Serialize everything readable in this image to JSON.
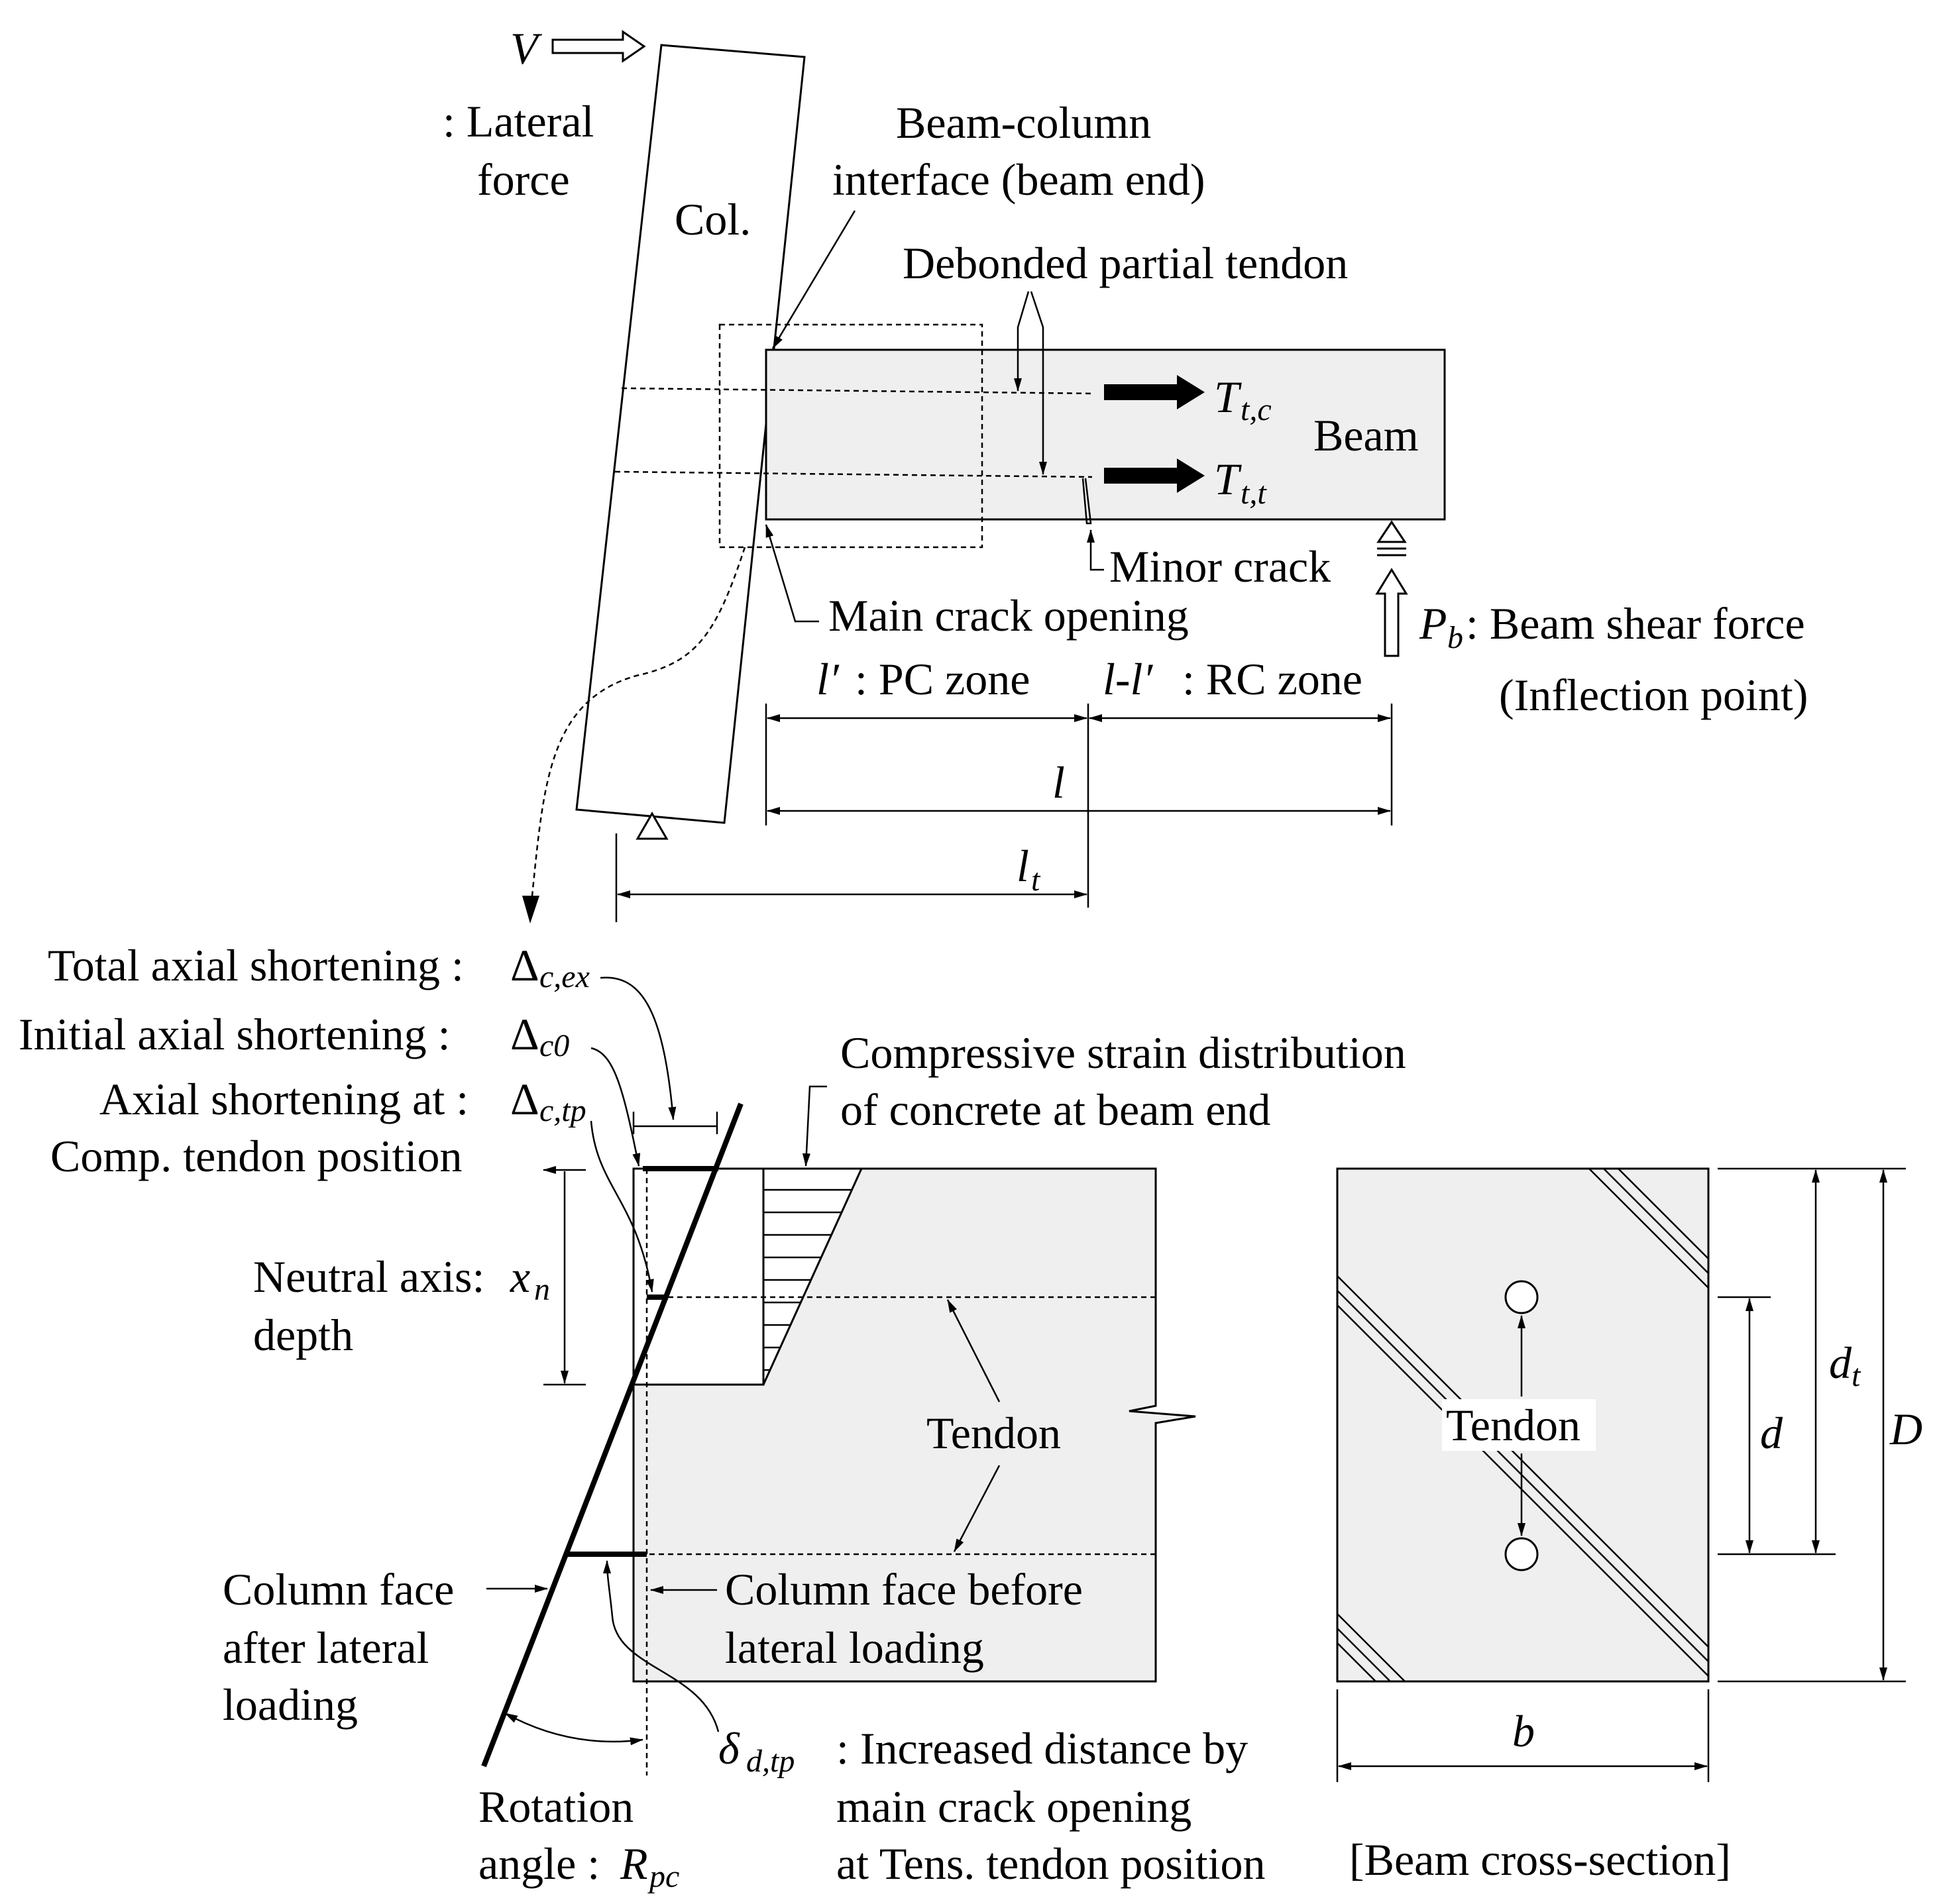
{
  "top": {
    "lateral_force_symbol": "V",
    "lateral_force_line1": ": Lateral",
    "lateral_force_line2": "force",
    "column_label": "Col.",
    "interface_line1": "Beam-column",
    "interface_line2": "interface (beam end)",
    "debonded_label": "Debonded partial tendon",
    "tc_main": "T",
    "tc_sub": "t,c",
    "tt_main": "T",
    "tt_sub": "t,t",
    "beam_label": "Beam",
    "minor_crack": "Minor crack",
    "main_crack": "Main crack opening",
    "pb_main": "P",
    "pb_sub": "b",
    "pb_text": ": Beam shear force",
    "inflection": "(Inflection point)",
    "pc_zone_sym": "l′",
    "pc_zone_text": ": PC zone",
    "rc_zone_sym": "l-l′",
    "rc_zone_text": ": RC zone",
    "l_label": "l",
    "lt_main": "l",
    "lt_sub": "t"
  },
  "bottom": {
    "total_axial": "Total axial shortening :",
    "total_sym": "Δ",
    "total_sub": "c,ex",
    "initial_axial": "Initial axial shortening :",
    "initial_sym": "Δ",
    "initial_sub": "c0",
    "axial_at": "Axial shortening at :",
    "at_sym": "Δ",
    "at_sub": "c,tp",
    "comp_tendon": "Comp. tendon position",
    "compressive_line1": "Compressive strain distribution",
    "compressive_line2": "of concrete at beam end",
    "neutral_line1": "Neutral axis:",
    "neutral_sym": "x",
    "neutral_sub": "n",
    "neutral_line2": "depth",
    "tendon_label": "Tendon",
    "col_after_1": "Column face",
    "col_after_2": "after lateral",
    "col_after_3": "loading",
    "col_before_1": "Column face before",
    "col_before_2": "lateral loading",
    "delta_sym": "δ",
    "delta_sub": "d,tp",
    "delta_line1": ": Increased distance by",
    "delta_line2": "main crack opening",
    "delta_line3": "at Tens. tendon position",
    "rotation_line1": "Rotation",
    "rotation_line2": "angle :",
    "rotation_sym": "R",
    "rotation_sub": "pc"
  },
  "section": {
    "tendon_label": "Tendon",
    "dt_main": "d",
    "dt_sub": "t",
    "d_label": "d",
    "D_label": "D",
    "b_label": "b",
    "caption": "[Beam cross-section]"
  }
}
